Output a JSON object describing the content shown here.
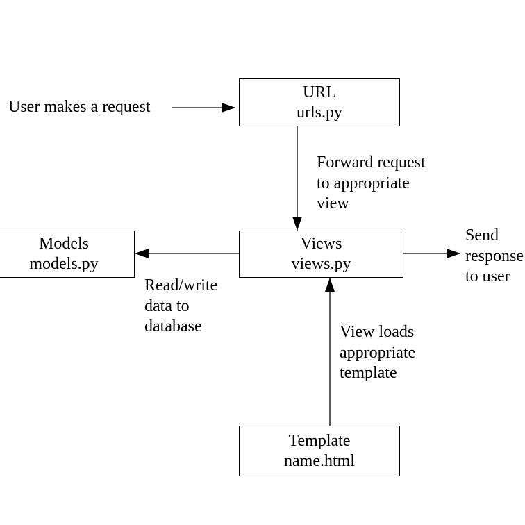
{
  "nodes": {
    "url": {
      "title": "URL",
      "file": "urls.py"
    },
    "views": {
      "title": "Views",
      "file": "views.py"
    },
    "models": {
      "title": "Models",
      "file": "models.py"
    },
    "template": {
      "title": "Template",
      "file": "name.html"
    }
  },
  "edges": {
    "user_request": "User makes a request",
    "forward": "Forward request\nto appropriate\nview",
    "send_response": "Send\nresponse\nto user",
    "read_write": "Read/write\ndata to\ndatabase",
    "view_loads": "View loads\nappropriate\ntemplate"
  },
  "colors": {
    "stroke": "#000000",
    "background": "#ffffff"
  }
}
